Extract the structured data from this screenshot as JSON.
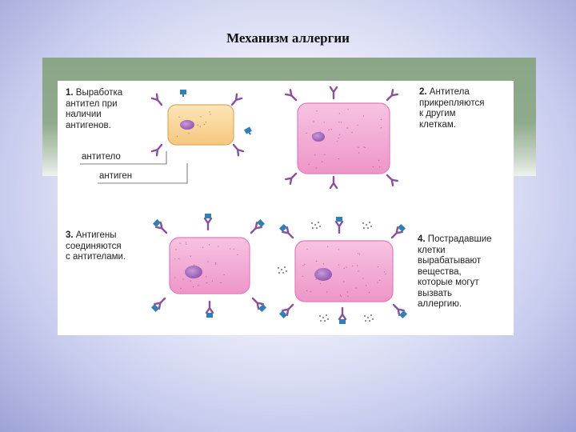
{
  "title": "Механизм аллергии",
  "steps": [
    {
      "number": "1.",
      "text": "Выработка\nантител при\nналичии\nантигенов."
    },
    {
      "number": "2.",
      "text": "Антитела\nприкрепляются\nк другим\nклеткам."
    },
    {
      "number": "3.",
      "text": "Антигены\nсоединяются\nс антителами."
    },
    {
      "number": "4.",
      "text": "Пострадавшие\nклетки\nвырабатывают\nвещества,\nкоторые могут\nвызвать\nаллергию."
    }
  ],
  "callouts": {
    "antibody": "антитело",
    "antigen": "антиген"
  },
  "colors": {
    "cell_yellow": "#f8d7a0",
    "cell_pink": "#f2a7d3",
    "nucleus": "#a86cc4",
    "antibody": "#8a4f9e",
    "antigen": "#2f7fb8"
  }
}
